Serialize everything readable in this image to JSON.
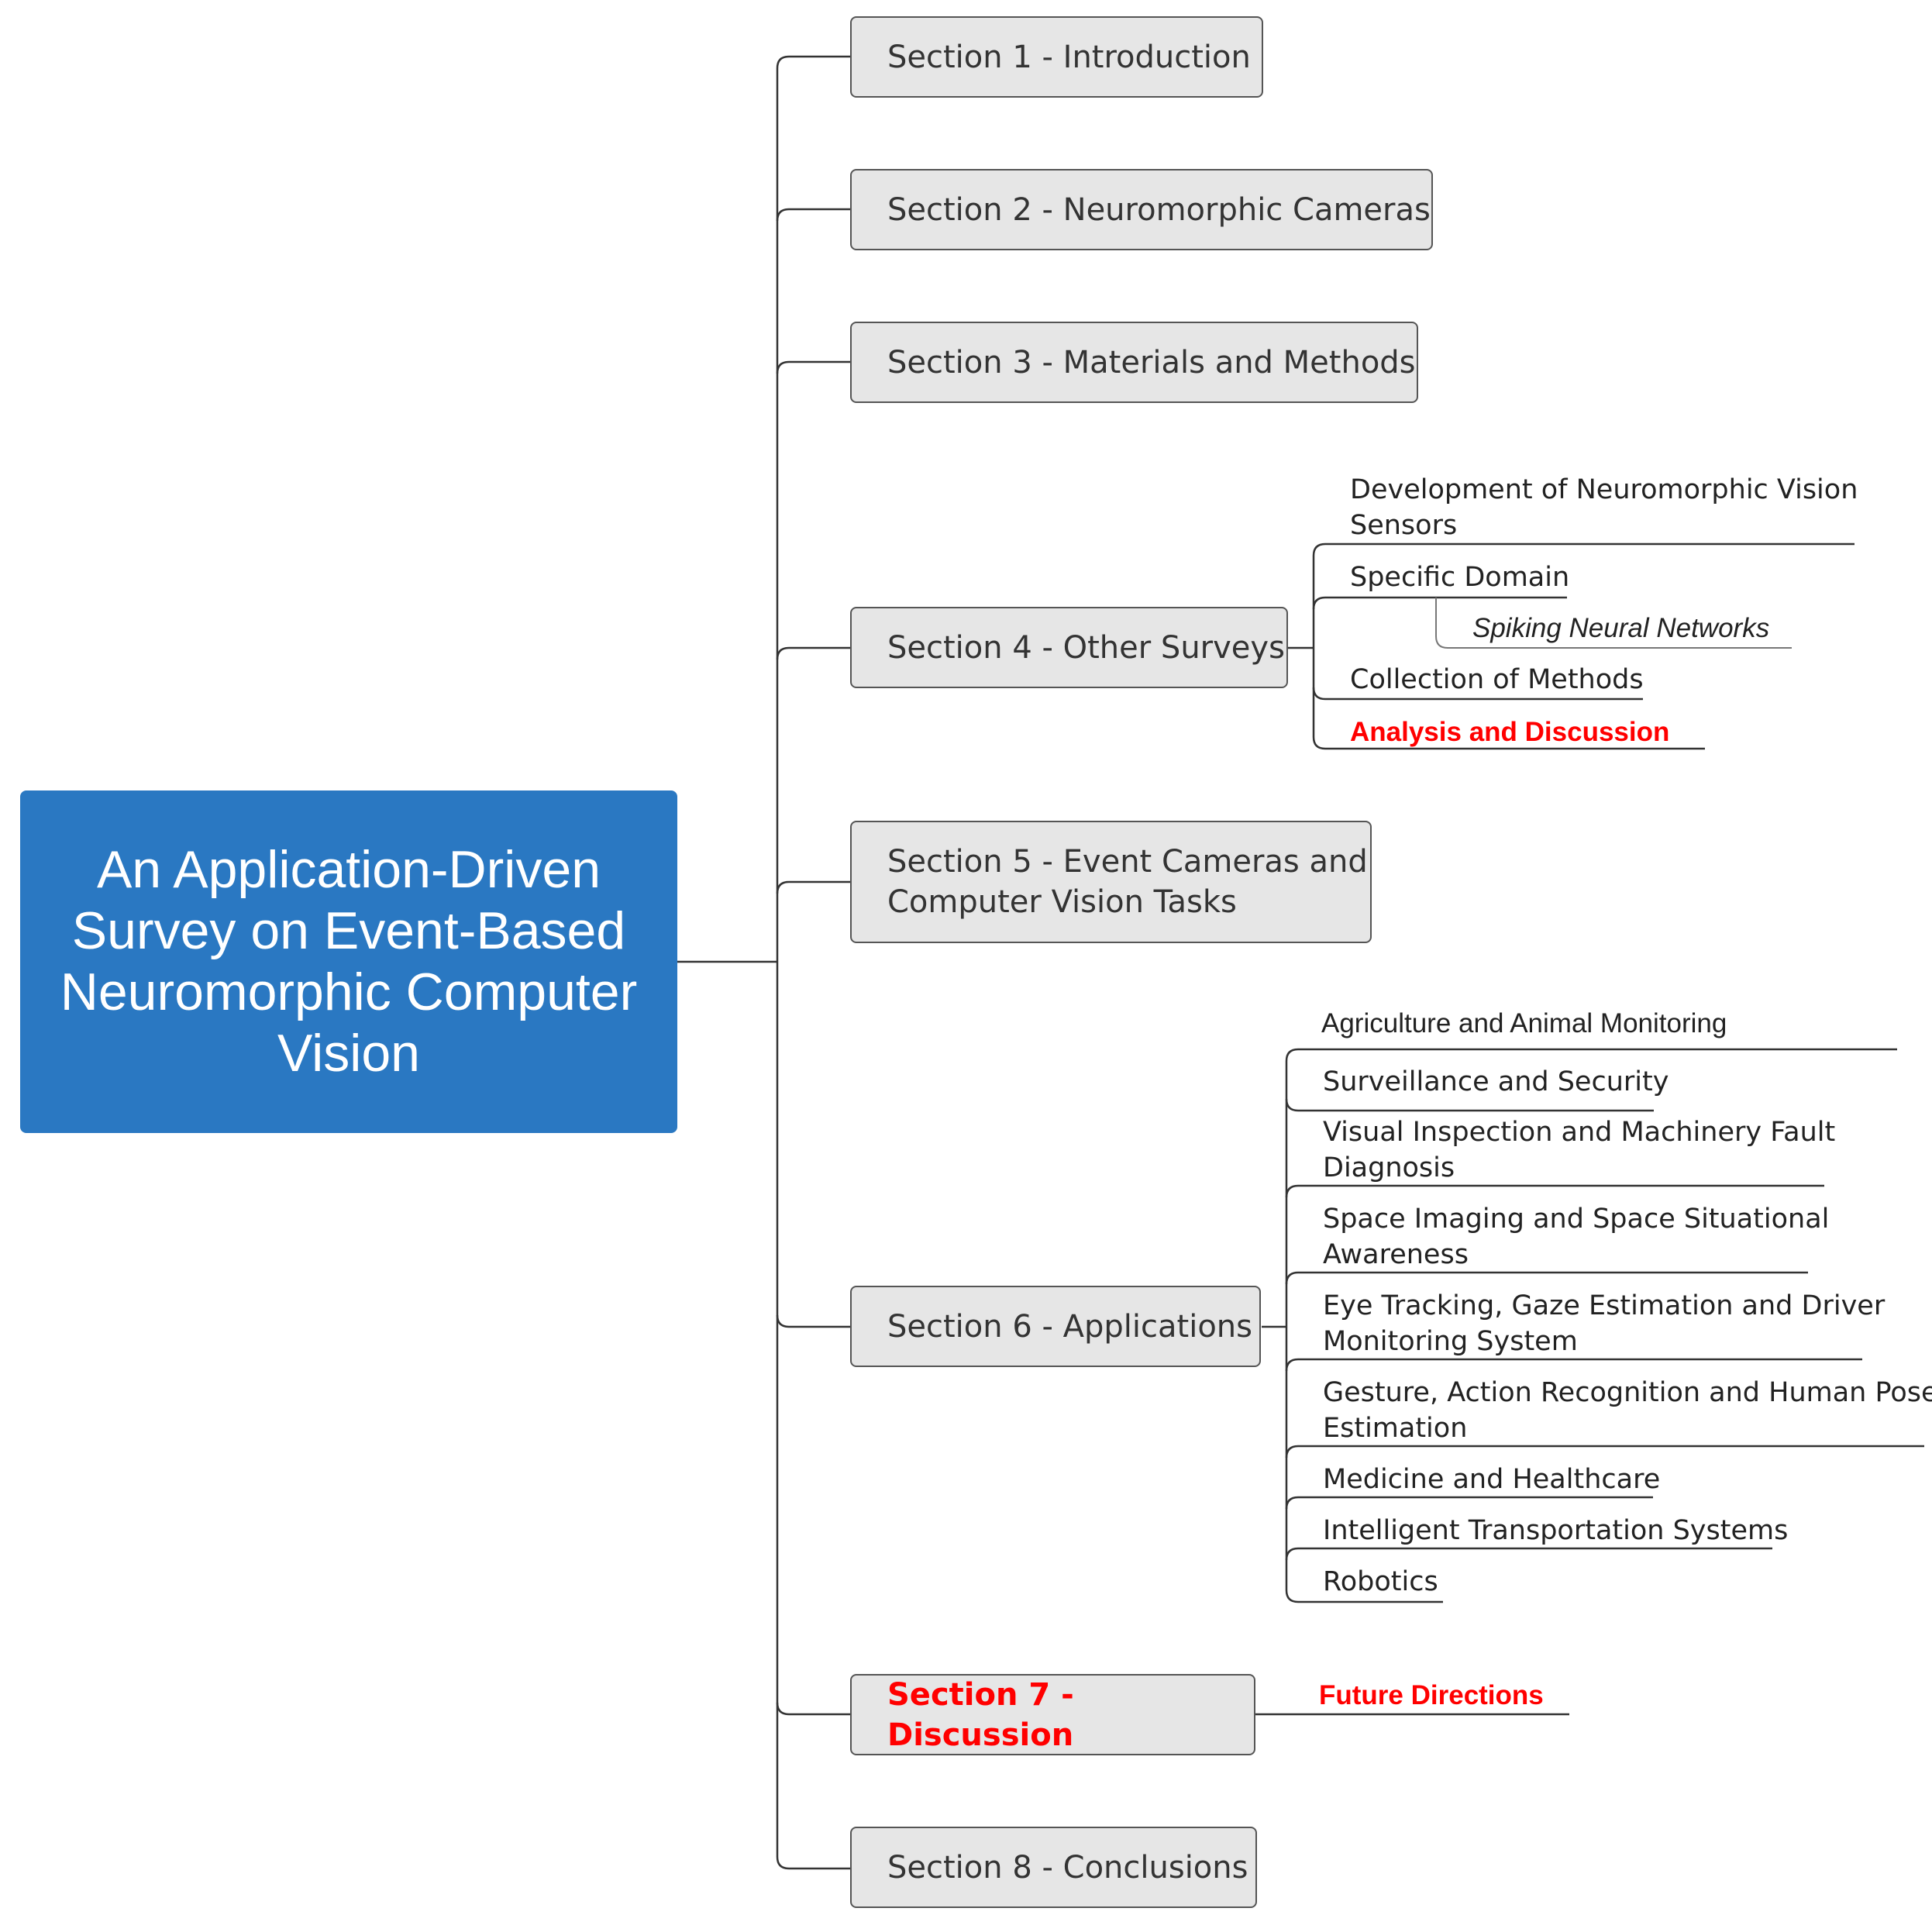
{
  "root": {
    "title": "An Application-Driven Survey on Event-Based Neuromorphic Computer Vision"
  },
  "sections": {
    "s1": "Section 1 - Introduction",
    "s2": "Section 2 - Neuromorphic Cameras",
    "s3": "Section 3 - Materials and Methods",
    "s4": "Section 4 - Other Surveys",
    "s5_line1": "Section 5 - Event Cameras and",
    "s5_line2": "Computer Vision Tasks",
    "s6": "Section 6 - Applications",
    "s7": "Section 7 - Discussion",
    "s8": "Section 8 - Conclusions"
  },
  "section4_children": {
    "c1_line1": "Development of Neuromorphic Vision",
    "c1_line2": "Sensors",
    "c2": "Specific Domain",
    "c2_sub": "Spiking Neural Networks",
    "c3": "Collection of Methods",
    "c4": "Analysis and Discussion"
  },
  "section6_children": {
    "a1": "Agriculture and Animal Monitoring",
    "a2": "Surveillance and Security",
    "a3_line1": "Visual Inspection and Machinery Fault",
    "a3_line2": "Diagnosis",
    "a4_line1": "Space Imaging and Space Situational",
    "a4_line2": "Awareness",
    "a5_line1": "Eye Tracking, Gaze Estimation and Driver",
    "a5_line2": "Monitoring System",
    "a6_line1": "Gesture, Action Recognition and Human Pose",
    "a6_line2": "Estimation",
    "a7": "Medicine and Healthcare",
    "a8": "Intelligent Transportation Systems",
    "a9": "Robotics"
  },
  "section7_children": {
    "f1": "Future Directions"
  },
  "colors": {
    "root_fill": "#2a78c2",
    "section_fill": "#e6e6e6",
    "highlight": "#ff0000",
    "connector": "#333333"
  }
}
